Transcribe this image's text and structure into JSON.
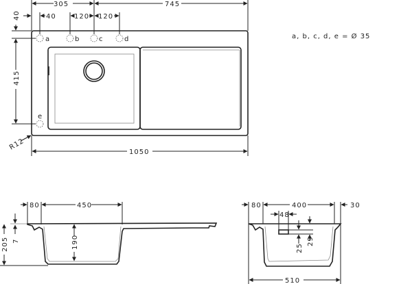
{
  "top_view": {
    "dims": {
      "d305": "305",
      "d745": "745",
      "d40h": "40",
      "d120a": "120",
      "d120b": "120",
      "d40v": "40",
      "d415": "415",
      "r12": "R12",
      "d1050": "1050"
    },
    "holes": [
      "a",
      "b",
      "c",
      "d",
      "e"
    ],
    "legend": "a, b, c, d, e = Ø 35"
  },
  "side_view": {
    "dims": {
      "d80": "80",
      "d450": "450",
      "d205": "205",
      "d7": "7",
      "d190": "190"
    }
  },
  "front_view": {
    "dims": {
      "d80": "80",
      "d400": "400",
      "d30": "30",
      "d48": "48",
      "d25": "25",
      "d29": "29",
      "d510": "510"
    }
  }
}
